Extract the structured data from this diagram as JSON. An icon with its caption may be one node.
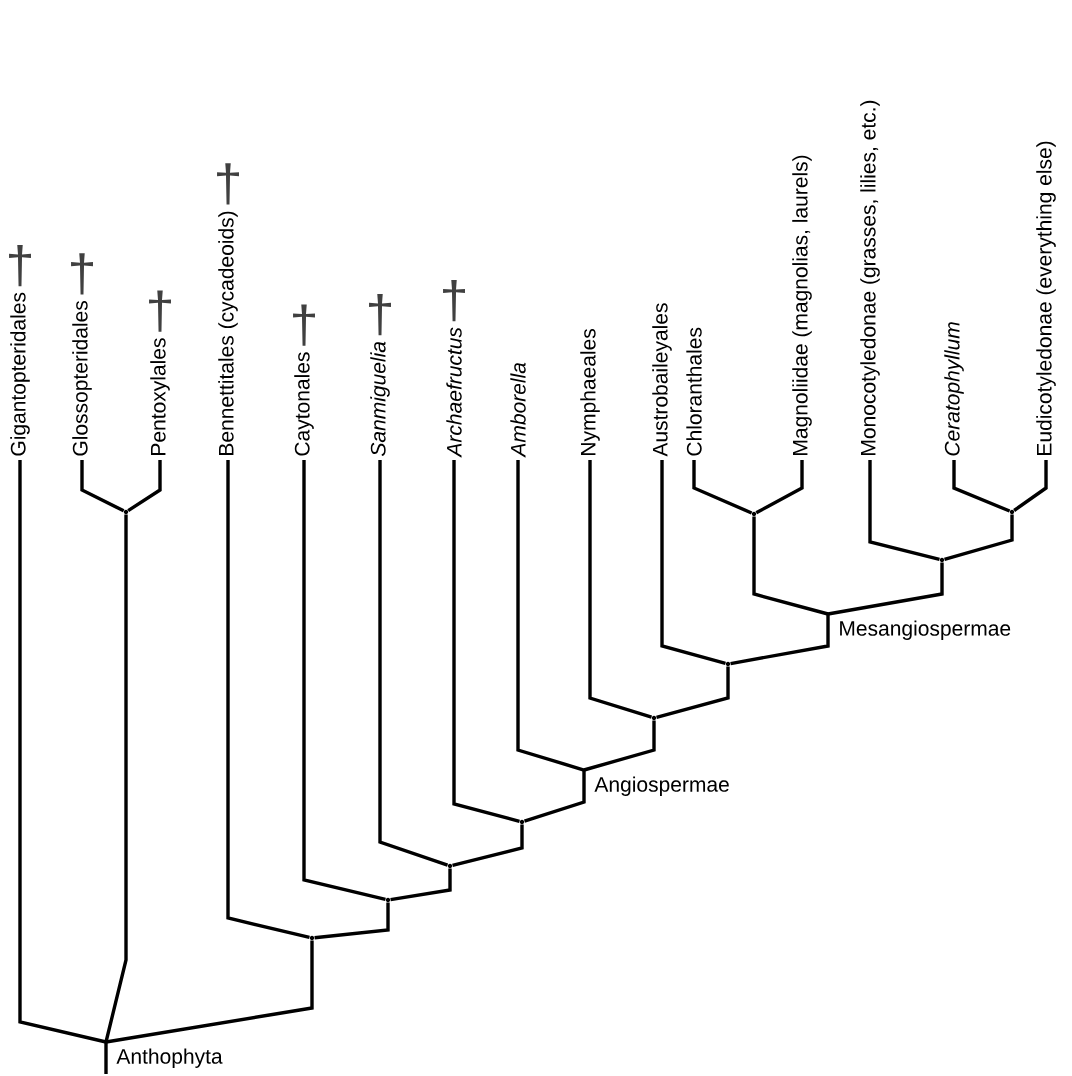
{
  "diagram": {
    "nodes": [
      {
        "text": [
          "Gigantopteridales"
        ],
        "beside": [
          "†"
        ]
      },
      {
        "text": [
          "Glossopteridales"
        ],
        "beside": [
          "†"
        ]
      },
      {
        "text": [
          "Pentoxylales"
        ],
        "beside": [
          "†"
        ]
      },
      {
        "text": [
          "Bennettitales (cycadeoids)"
        ],
        "beside": [
          "†"
        ]
      },
      {
        "text": [
          "Caytonales"
        ],
        "beside": [
          "†"
        ]
      },
      {
        "text": [
          "Sanmiguelia"
        ],
        "beside": [
          "†"
        ]
      },
      {
        "text": [
          "Archaefructus"
        ],
        "beside": [
          "†"
        ]
      },
      {
        "text": [
          "Amborella"
        ]
      },
      {
        "text": [
          "Nymphaeales"
        ]
      },
      {
        "text": [
          "Austrobaileyales"
        ]
      },
      {
        "text": [
          "Chloranthales"
        ]
      },
      {
        "text": [
          "Magnoliidae (magnolias, laurels)"
        ]
      },
      {
        "text": [
          "Monocotyledonae (grasses, lilies, etc.)"
        ]
      },
      {
        "text": [
          "Ceratophyllum"
        ]
      },
      {
        "text": [
          "Eudicotyledonae (everything else)"
        ]
      },
      {
        "text": [
          "Anthophyta"
        ]
      },
      {
        "text": [],
        "shape": "point"
      },
      {
        "text": [],
        "shape": "point"
      },
      {
        "text": [],
        "shape": "point"
      },
      {
        "text": [],
        "shape": "point"
      },
      {
        "text": [],
        "shape": "point"
      },
      {
        "text": [
          "Angiospermae"
        ]
      },
      {
        "text": [],
        "shape": "point"
      },
      {
        "text": [],
        "shape": "point"
      },
      {
        "text": [
          "Mesangiospermae"
        ]
      },
      {
        "text": [],
        "shape": "point"
      },
      {
        "text": [],
        "shape": "point"
      },
      {
        "text": [],
        "shape": "point"
      }
    ],
    "edges": [
      {
        "from": null,
        "to": 15,
        "arrow": "none"
      },
      {
        "from": 15,
        "to": 0,
        "arrow": "none"
      },
      {
        "from": 15,
        "to": 16,
        "arrow": "none"
      },
      {
        "from": 15,
        "to": 17,
        "arrow": "none"
      },
      {
        "from": 16,
        "to": 1,
        "arrow": "none"
      },
      {
        "from": 16,
        "to": 2,
        "arrow": "none"
      },
      {
        "from": 17,
        "to": 3,
        "arrow": "none"
      },
      {
        "from": 17,
        "to": 18,
        "arrow": "none"
      },
      {
        "from": 18,
        "to": 4,
        "arrow": "none"
      },
      {
        "from": 18,
        "to": 19,
        "arrow": "none"
      },
      {
        "from": 19,
        "to": 5,
        "arrow": "none"
      },
      {
        "from": 19,
        "to": 20,
        "arrow": "none"
      },
      {
        "from": 20,
        "to": 6,
        "arrow": "none"
      },
      {
        "from": 20,
        "to": 21,
        "arrow": "none"
      },
      {
        "from": 21,
        "to": 7,
        "arrow": "none"
      },
      {
        "from": 21,
        "to": 22,
        "arrow": "none"
      },
      {
        "from": 22,
        "to": 8,
        "arrow": "none"
      },
      {
        "from": 22,
        "to": 23,
        "arrow": "none"
      },
      {
        "from": 23,
        "to": 9,
        "arrow": "none"
      },
      {
        "from": 23,
        "to": 24,
        "arrow": "none"
      },
      {
        "from": 24,
        "to": 25,
        "arrow": "none"
      },
      {
        "from": 24,
        "to": 26,
        "arrow": "none"
      },
      {
        "from": 25,
        "to": 10,
        "arrow": "none"
      },
      {
        "from": 25,
        "to": 11,
        "arrow": "none"
      },
      {
        "from": 26,
        "to": 12,
        "arrow": "none"
      },
      {
        "from": 26,
        "to": 27,
        "arrow": "none"
      },
      {
        "from": 27,
        "to": 13,
        "arrow": "none"
      },
      {
        "from": 27,
        "to": 14,
        "arrow": "none"
      }
    ]
  }
}
